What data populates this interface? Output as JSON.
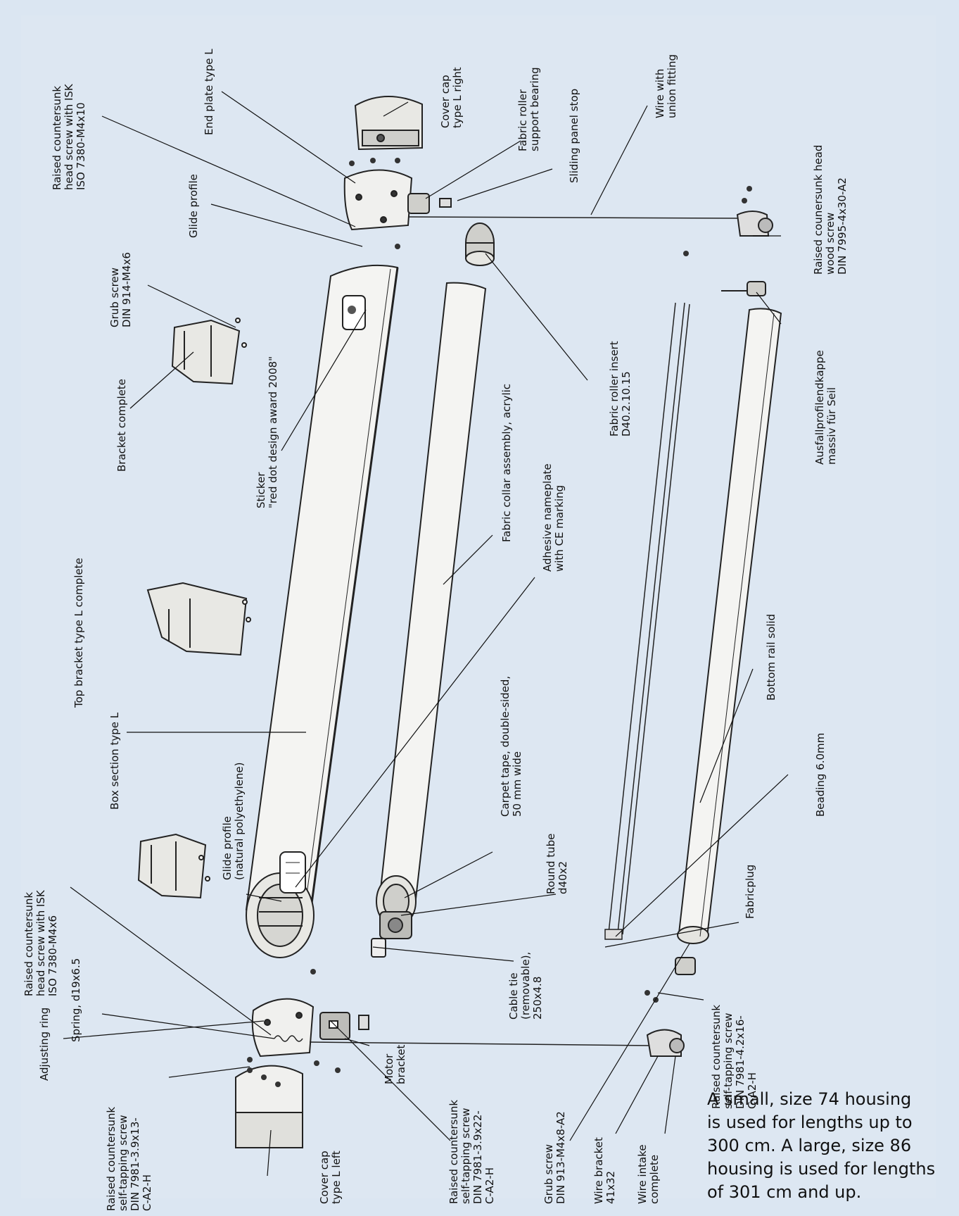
{
  "labels": {
    "raised_screw_isk_right": "Raised countersunk\nhead screw with ISK\nISO 7380-M4x10",
    "end_plate_l": "End plate type L",
    "cover_cap_right": "Cover cap\ntype L right",
    "support_bearing": "Fabric roller\nsupport bearing",
    "sliding_panel_stop": "Sliding panel stop",
    "wire_union": "Wire with\nunion fitting",
    "wood_screw": "Raised counersunk head\nwood screw\nDIN 7995-4x30-A2",
    "glide_profile_top": "Glide profile",
    "grub_screw_914": "Grub screw\nDIN 914-M4x6",
    "bracket_complete": "Bracket complete",
    "sticker": "Sticker\n\"red dot design award 2008\"",
    "roller_insert": "Fabric roller insert\nD40.2.10.15",
    "ausfall": "Ausfallprofilendkappe\nmassiv für Seil",
    "fabric_collar": "Fabric collar assembly, acrylic",
    "nameplate": "Adhesive nameplate\nwith CE marking",
    "top_bracket": "Top bracket type L complete",
    "box_section": "Box section type L",
    "bottom_rail": "Bottom rail solid",
    "carpet_tape": "Carpet tape, double-sided,\n50 mm wide",
    "beading": "Beading 6.0mm",
    "raised_screw_isk_left": "Raised countersunk\nhead screw with ISK\nISO 7380-M4x6",
    "glide_profile_natural": "Glide profile\n(natural polyethylene)",
    "round_tube": "Round tube\nd40x2",
    "fabricplug": "Fabricplug",
    "cable_tie": "Cable tie\n(removable),\n250x4.8",
    "self_tap_4_2": "Raised countersunk\nself-tapping screw\nDIN 7981-4.2x16-\nC-A2-H",
    "adjusting_ring": "Adjusting ring",
    "spring": "Spring, d19x6.5",
    "self_tap_3_9x13": "Raised countersunk\nself-tapping screw\nDIN 7981-3.9x13-\nC-A2-H",
    "cover_cap_left": "Cover cap\ntype L left",
    "motor_bracket": "Motor\nbracket",
    "self_tap_3_9x22": "Raised countersunk\nself-tapping screw\nDIN 7981-3.9x22-\nC-A2-H",
    "grub_screw_913": "Grub screw\nDIN 913-M4x8-A2",
    "wire_bracket": "Wire bracket\n41x32",
    "wire_intake": "Wire intake\ncomplete"
  },
  "note": "A small, size 74 housing\nis used for lengths up to\n300 cm. A large, size 86\nhousing is used for lengths\nof 301 cm and up."
}
